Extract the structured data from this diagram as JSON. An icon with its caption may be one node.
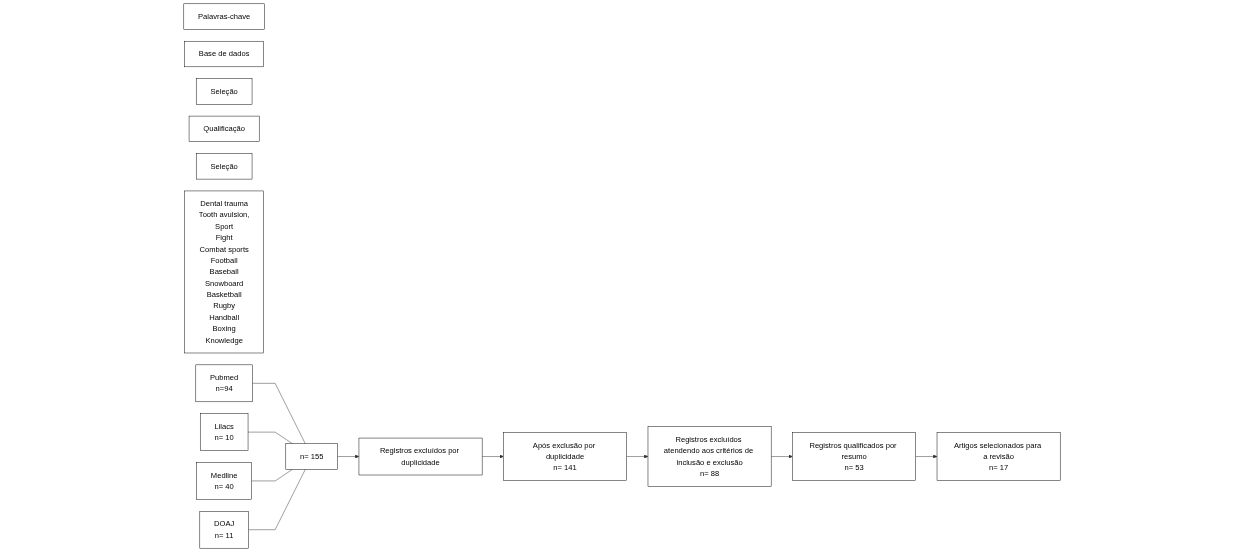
{
  "diagram": {
    "nodes": [
      {
        "text": [
          "Palavras-chave"
        ]
      },
      {
        "text": [
          "Base de dados"
        ]
      },
      {
        "text": [
          "Seleção"
        ]
      },
      {
        "text": [
          "Qualificação"
        ]
      },
      {
        "text": [
          "Seleção"
        ]
      },
      {
        "text": [
          "Dental trauma",
          "Tooth avulsion,",
          "Sport",
          "Fight",
          "Combat sports",
          "Football",
          "Baseball",
          "Snowboard",
          "Basketball",
          "Rugby",
          "Handball",
          "Boxing",
          "Knowledge"
        ]
      },
      {
        "text": [
          "Pubmed",
          "n=94"
        ]
      },
      {
        "text": [
          "Lilacs",
          "n= 10"
        ]
      },
      {
        "text": [
          "Medline",
          "n= 40"
        ]
      },
      {
        "text": [
          "DOAJ",
          "n= 11"
        ]
      },
      {
        "text": [
          "n= 155"
        ]
      },
      {
        "text": [
          "Registros excluídos por duplicidade"
        ]
      },
      {
        "text": [
          "Após exclusão por duplicidade",
          "n= 141"
        ]
      },
      {
        "text": [
          "Registros qualificados por resumo",
          "n= 53"
        ]
      },
      {
        "text": [
          "Registros excluídos atendendo aos critérios de inclusão e exclusão",
          "n= 88"
        ]
      },
      {
        "text": [
          "Artigos selecionados para a revisão",
          "n= 17"
        ]
      }
    ],
    "edges": [
      {
        "from": 6,
        "to": 10,
        "arrow": "none"
      },
      {
        "from": 7,
        "to": 10,
        "arrow": "none"
      },
      {
        "from": 8,
        "to": 10,
        "arrow": "none"
      },
      {
        "from": 9,
        "to": 10,
        "arrow": "none"
      },
      {
        "from": 10,
        "to": 11,
        "arrow": "to"
      },
      {
        "from": 11,
        "to": 12,
        "arrow": "to"
      },
      {
        "from": 12,
        "to": 14,
        "arrow": "to"
      },
      {
        "from": 14,
        "to": 13,
        "arrow": "to"
      },
      {
        "from": 13,
        "to": 15,
        "arrow": "to"
      }
    ]
  }
}
